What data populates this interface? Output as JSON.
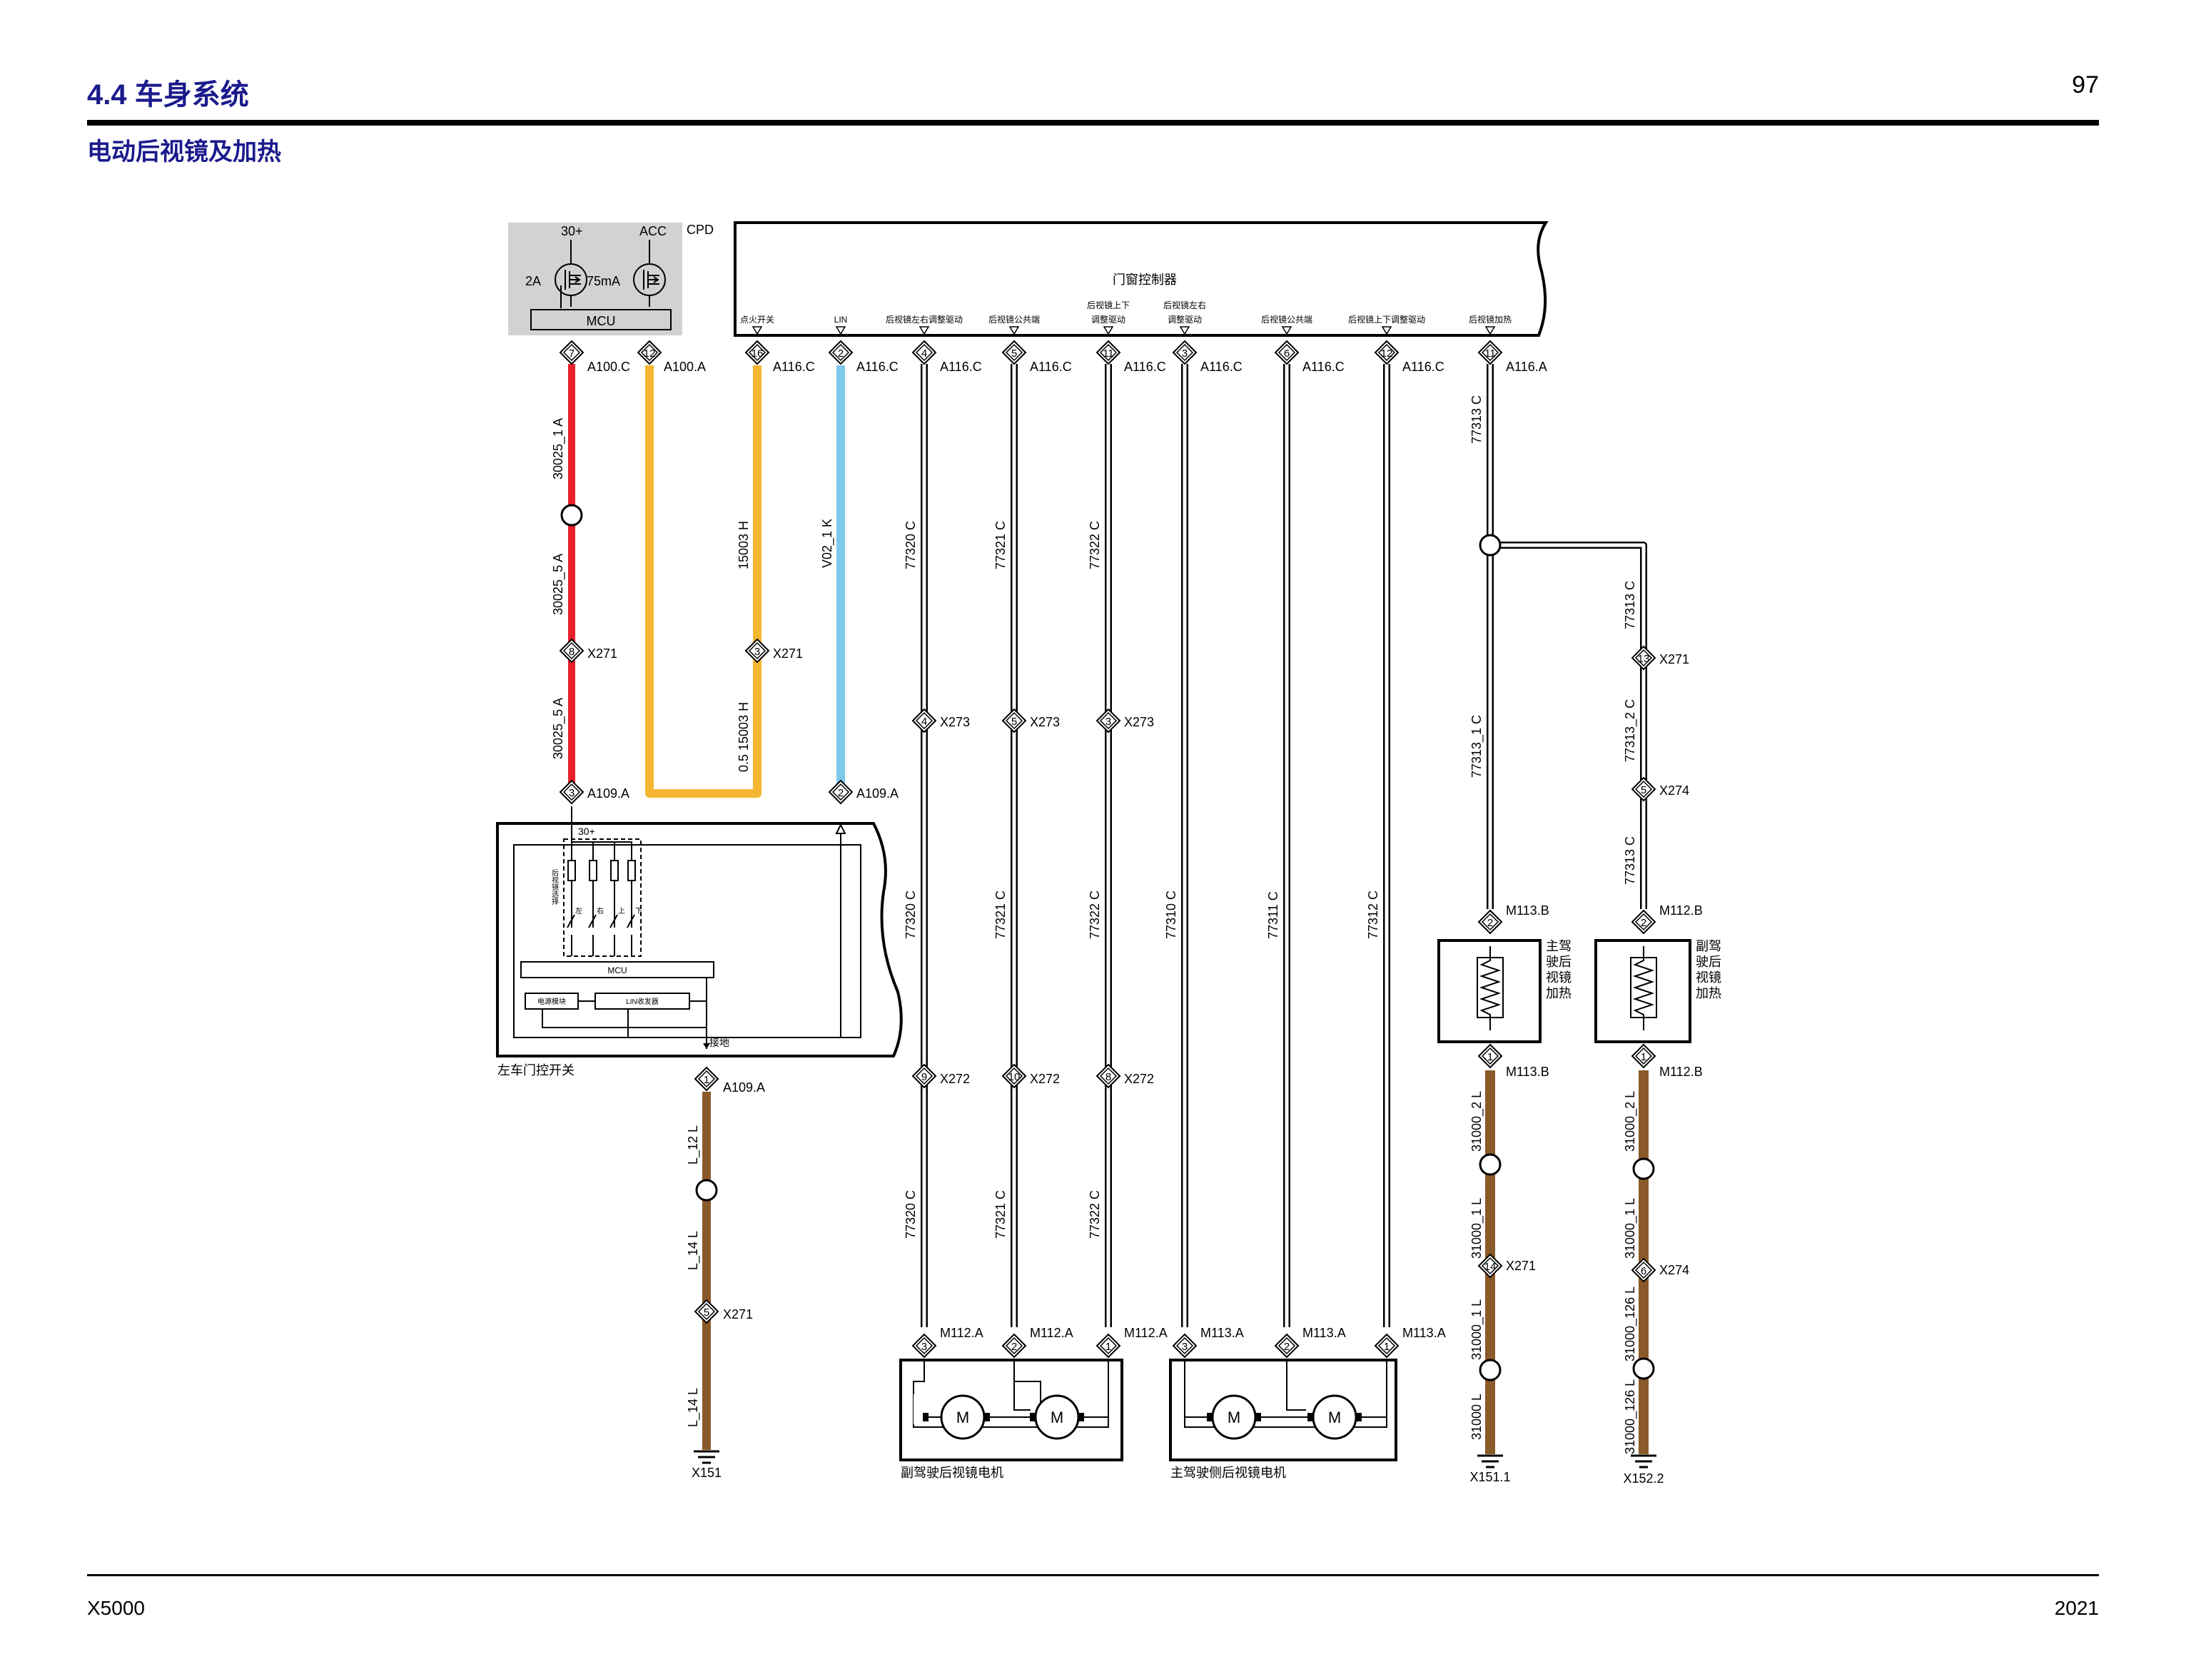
{
  "header": {
    "section": "4.4 车身系统",
    "subtitle": "电动后视镜及加热",
    "page": "97"
  },
  "footer": {
    "model": "X5000",
    "year": "2021"
  },
  "colors": {
    "red": "#e8202a",
    "yellow": "#f5b731",
    "blue": "#7ec8ec",
    "brown": "#8a5a2a",
    "white": "#ffffff",
    "gray": "#d2d2d2",
    "title": "#1a1a8c"
  },
  "cpd": {
    "name": "CPD",
    "label_30": "30+",
    "label_acc": "ACC",
    "fuse_2a": "2A",
    "fuse_75ma": "75mA",
    "mcu": "MCU"
  },
  "bcm": {
    "title": "门窗控制器",
    "pins": [
      {
        "label": "点火开关",
        "label2": "",
        "pin": "16",
        "conn": "A116.C"
      },
      {
        "label": "LIN",
        "label2": "",
        "pin": "2",
        "conn": "A116.C"
      },
      {
        "label": "后视镜左右调整驱动",
        "label2": "",
        "pin": "4",
        "conn": "A116.C"
      },
      {
        "label": "后视镜公共端",
        "label2": "",
        "pin": "5",
        "conn": "A116.C"
      },
      {
        "label": "后视镜上下",
        "label2": "调整驱动",
        "pin": "11",
        "conn": "A116.C"
      },
      {
        "label": "后视镜左右",
        "label2": "调整驱动",
        "pin": "3",
        "conn": "A116.C"
      },
      {
        "label": "后视镜公共端",
        "label2": "",
        "pin": "6",
        "conn": "A116.C"
      },
      {
        "label": "后视镜上下调整驱动",
        "label2": "",
        "pin": "12",
        "conn": "A116.C"
      },
      {
        "label": "后视镜加热",
        "label2": "",
        "pin": "11",
        "conn": "A116.A"
      }
    ]
  },
  "switch": {
    "name": "左车门控开关",
    "label_30": "30+",
    "mcu": "MCU",
    "power_module": "电源模块",
    "lin_transceiver": "LIN收发器",
    "ground": "接地",
    "mirror_label": "后视镜选择",
    "switch_marks": [
      "左",
      "右",
      "上",
      "下"
    ]
  },
  "wires": {
    "cpd_pin7": "7",
    "cpd_conn7": "A100.C",
    "cpd_pin12": "12",
    "cpd_conn12": "A100.A",
    "w30025_1": "30025_1 A",
    "w30025_5a": "30025_5 A",
    "w30025_5b": "30025_5 A",
    "x271_8": "8",
    "x271": "X271",
    "a109_3": "3",
    "a109": "A109.A",
    "w15003": "15003 H",
    "w15003_05": "0.5 15003 H",
    "x271_3": "3",
    "wv02": "V02_1 K",
    "a109_2": "2",
    "a109_1": "1",
    "a109_a1": "A109.A",
    "wl12": "L_12 L",
    "wl14a": "L_14 L",
    "wl14b": "L_14 L",
    "x271_5": "5",
    "x151": "X151",
    "w77320": "77320 C",
    "w77321": "77321 C",
    "w77322": "77322 C",
    "w77310": "77310 C",
    "w77311": "77311 C",
    "w77312": "77312 C",
    "x273": "X273",
    "x273_4": "4",
    "x273_5": "5",
    "x273_3": "3",
    "x272": "X272",
    "x272_9": "9",
    "x272_10": "10",
    "x272_8": "8",
    "m112a": "M112.A",
    "m113a": "M113.A",
    "mp3": "3",
    "mp2": "2",
    "mp1": "1",
    "w77313": "77313 C",
    "w77313_1": "77313_1 C",
    "w77313_2": "77313_2 C",
    "x271_13": "13",
    "x274": "X274",
    "x274_5": "5",
    "m113b": "M113.B",
    "m112b": "M112.B",
    "mb2": "2",
    "mb1": "1",
    "w31000_2": "31000_2 L",
    "w31000_1": "31000_1 L",
    "w31000": "31000 L",
    "w31000_126": "31000_126 L",
    "x271_14": "14",
    "x274_6": "6",
    "x151_1": "X151.1",
    "x152_2": "X152.2"
  },
  "components": {
    "pass_motor": "副驾驶后视镜电机",
    "drv_motor": "主驾驶侧后视镜电机",
    "motor": "M",
    "drv_heater": [
      "主驾",
      "驶后",
      "视镜",
      "加热"
    ],
    "pass_heater": [
      "副驾",
      "驶后",
      "视镜",
      "加热"
    ]
  }
}
